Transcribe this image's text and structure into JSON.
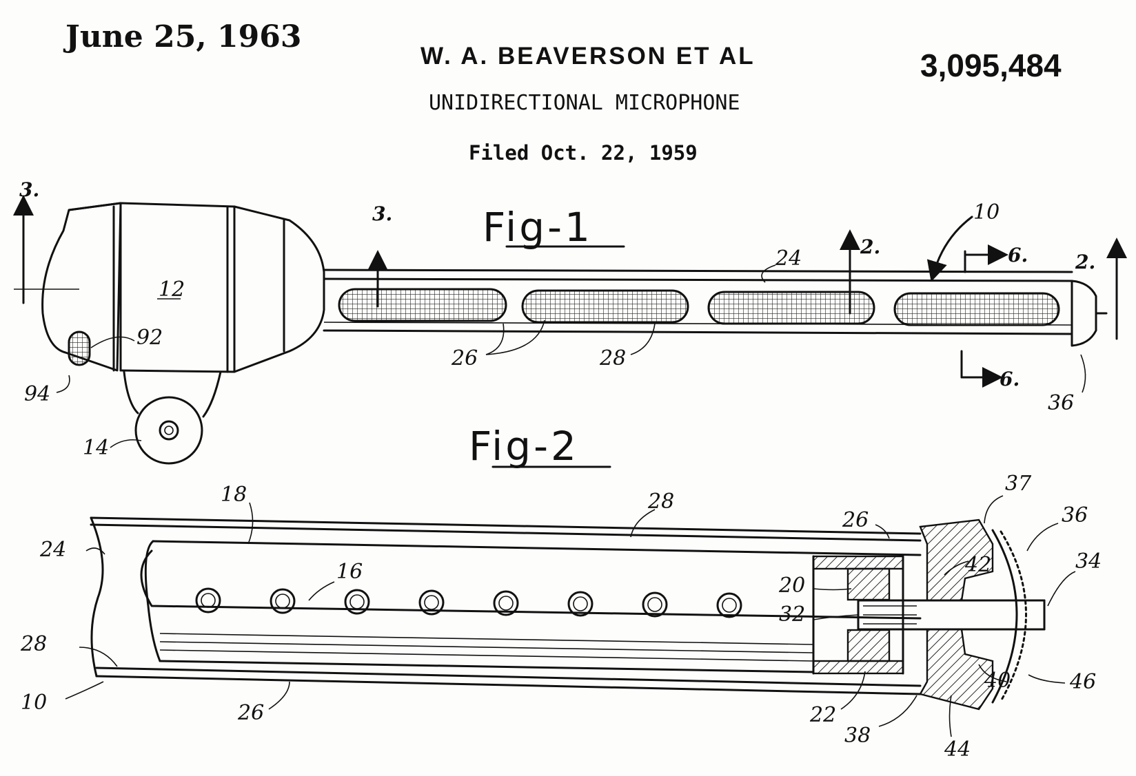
{
  "header": {
    "date": "June 25, 1963",
    "inventor": "W. A. BEAVERSON ET AL",
    "patent_number": "3,095,484",
    "title": "UNIDIRECTIONAL MICROPHONE",
    "filed": "Filed Oct. 22, 1959"
  },
  "figures": {
    "fig1": {
      "label": "Fig-1",
      "refs": {
        "r12": "12",
        "r92": "92",
        "r94": "94",
        "r14": "14",
        "r26": "26",
        "r28": "28",
        "r24": "24",
        "r10": "10",
        "r36": "36"
      },
      "section_marks": {
        "s3_left": "3.",
        "s3_mid": "3.",
        "s2_mid": "2.",
        "s2_right": "2.",
        "s6_top": "6.",
        "s6_bottom": "6."
      }
    },
    "fig2": {
      "label": "Fig-2",
      "refs": {
        "r18": "18",
        "r28_top": "28",
        "r26_top": "26",
        "r37": "37",
        "r36": "36",
        "r24": "24",
        "r16": "16",
        "r20": "20",
        "r42": "42",
        "r34": "34",
        "r32": "32",
        "r28_left": "28",
        "r40": "40",
        "r46": "46",
        "r10": "10",
        "r26_bottom": "26",
        "r22": "22",
        "r38": "38",
        "r44": "44"
      }
    }
  }
}
